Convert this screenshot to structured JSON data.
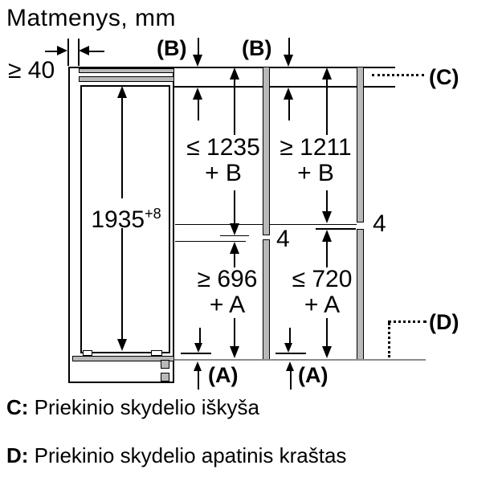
{
  "title": "Matmenys, mm",
  "dimensions": {
    "top_gap": "≥ 40",
    "height": {
      "value": "1935",
      "tolerance": "+8"
    },
    "left_upper": {
      "line1": "≤ 1235",
      "line2": "+ B"
    },
    "right_upper": {
      "line1": "≥ 1211",
      "line2": "+ B"
    },
    "left_lower": {
      "line1": "≥ 696",
      "line2": "+ A"
    },
    "right_lower": {
      "line1": "≤ 720",
      "line2": "+ A"
    },
    "joint_gap_left": "4",
    "joint_gap_right": "4"
  },
  "labels": {
    "a": "(A)",
    "b": "(B)",
    "c": "(C)",
    "d": "(D)"
  },
  "legend": [
    {
      "key": "C:",
      "text": "Priekinio skydelio iškyša"
    },
    {
      "key": "D:",
      "text": "Priekinio skydelio apatinis kraštas"
    }
  ],
  "colors": {
    "line": "#000000",
    "panel_fill": "#b9b9b9",
    "floor_line": "#8c8c8c",
    "text": "#000000"
  }
}
